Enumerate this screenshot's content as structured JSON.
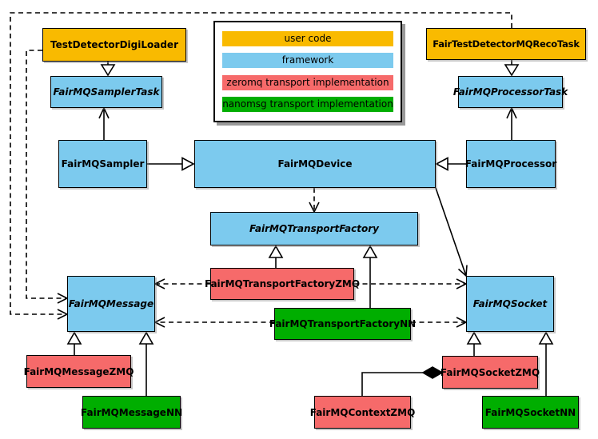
{
  "colors": {
    "user_code": "#F9BA00",
    "framework": "#7CCAEE",
    "zeromq": "#F66A6A",
    "nanomsg": "#00AE00"
  },
  "legend": {
    "items": [
      {
        "label": "user code",
        "type": "user_code"
      },
      {
        "label": "framework",
        "type": "framework"
      },
      {
        "label": "zeromq transport implementation",
        "type": "zeromq"
      },
      {
        "label": "nanomsg transport implementation",
        "type": "nanomsg"
      }
    ]
  },
  "nodes": {
    "testDetectorDigiLoader": {
      "label": "TestDetectorDigiLoader",
      "type": "user_code",
      "abstract": false
    },
    "fairTestDetectorMQRecoTask": {
      "label": "FairTestDetectorMQRecoTask",
      "type": "user_code",
      "abstract": false
    },
    "fairMQSamplerTask": {
      "label": "FairMQSamplerTask",
      "type": "framework",
      "abstract": true
    },
    "fairMQProcessorTask": {
      "label": "FairMQProcessorTask",
      "type": "framework",
      "abstract": true
    },
    "fairMQSampler": {
      "label": "FairMQSampler",
      "type": "framework",
      "abstract": false
    },
    "fairMQDevice": {
      "label": "FairMQDevice",
      "type": "framework",
      "abstract": false
    },
    "fairMQProcessor": {
      "label": "FairMQProcessor",
      "type": "framework",
      "abstract": false
    },
    "fairMQTransportFactory": {
      "label": "FairMQTransportFactory",
      "type": "framework",
      "abstract": true
    },
    "fairMQTransportFactoryZMQ": {
      "label": "FairMQTransportFactoryZMQ",
      "type": "zeromq",
      "abstract": false
    },
    "fairMQTransportFactoryNN": {
      "label": "FairMQTransportFactoryNN",
      "type": "nanomsg",
      "abstract": false
    },
    "fairMQMessage": {
      "label": "FairMQMessage",
      "type": "framework",
      "abstract": true
    },
    "fairMQSocket": {
      "label": "FairMQSocket",
      "type": "framework",
      "abstract": true
    },
    "fairMQMessageZMQ": {
      "label": "FairMQMessageZMQ",
      "type": "zeromq",
      "abstract": false
    },
    "fairMQMessageNN": {
      "label": "FairMQMessageNN",
      "type": "nanomsg",
      "abstract": false
    },
    "fairMQContextZMQ": {
      "label": "FairMQContextZMQ",
      "type": "zeromq",
      "abstract": false
    },
    "fairMQSocketZMQ": {
      "label": "FairMQSocketZMQ",
      "type": "zeromq",
      "abstract": false
    },
    "fairMQSocketNN": {
      "label": "FairMQSocketNN",
      "type": "nanomsg",
      "abstract": false
    }
  }
}
